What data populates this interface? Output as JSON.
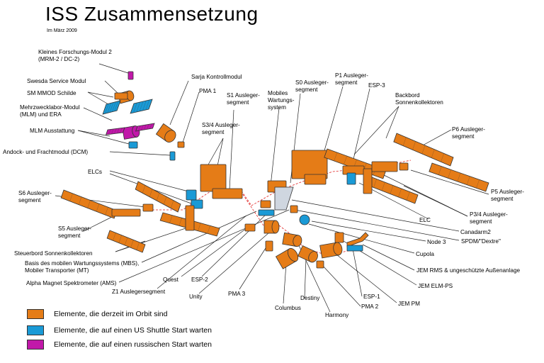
{
  "title": "ISS Zusammensetzung",
  "subtitle": "Im März 2009",
  "colors": {
    "in_orbit": "#e57c17",
    "us_shuttle": "#1a9ad6",
    "russian": "#c118a9",
    "outline": "#333333",
    "leader": "#222222",
    "truss_link": "#e02020"
  },
  "labels": {
    "mrm2": "Kleines Forschungs-Modul 2\n(MRM-2 / DC-2)",
    "swesda": "Swesda Service Modul",
    "mmod": "SM MMOD Schilde",
    "mlm": "Mehrzwecklabor-Modul\n(MLM) und ERA",
    "mlm_outfit": "MLM Ausstattung",
    "dcm": "Andock- und Frachtmodul (DCM)",
    "elcs": "ELCs",
    "s6": "S6 Ausleger-\nsegment",
    "s5": "S5 Ausleger-\nsegment",
    "stb_radiators": "Steuerbord Sonnenkollektoren",
    "mbs": "Basis des mobilen Wartungssystems (MBS),\nMobiler Transporter (MT)",
    "ams": "Alpha Magnet Spektrometer (AMS)",
    "z1": "Z1 Auslegersegment",
    "quest": "Quest",
    "esp2": "ESP-2",
    "unity": "Unity",
    "pma3": "PMA 3",
    "columbus": "Columbus",
    "destiny": "Destiny",
    "harmony": "Harmony",
    "pma2": "PMA 2",
    "esp1": "ESP-1",
    "jem_pm": "JEM PM",
    "jem_elm": "JEM ELM-PS",
    "jem_rms": "JEM RMS & ungeschützte Außenanlage",
    "cupola": "Cupola",
    "node3": "Node 3",
    "spdm": "SPDM/\"Dextre\"",
    "canadarm": "Canadarm2",
    "p34": "P3/4 Ausleger-\nsegment",
    "elc": "ELC",
    "p5": "P5 Ausleger-\nsegment",
    "p6": "P6 Ausleger-\nsegment",
    "port_radiators": "Backbord\nSonnenkollektoren",
    "esp3": "ESP-3",
    "p1": "P1 Ausleger-\nsegment",
    "s0": "S0 Ausleger-\nsegment",
    "mss": "Mobiles\nWartungs-\nsystem",
    "s1": "S1 Ausleger-\nsegment",
    "s34": "S3/4 Ausleger-\nsegment",
    "pma1": "PMA 1",
    "sarja": "Sarja Kontrollmodul"
  },
  "legend": [
    {
      "key": "in_orbit",
      "text": "Elemente, die derzeit im Orbit sind"
    },
    {
      "key": "us_shuttle",
      "text": "Elemente, die auf einen US Shuttle Start warten"
    },
    {
      "key": "russian",
      "text": "Elemente, die auf einen russischen Start warten"
    }
  ]
}
